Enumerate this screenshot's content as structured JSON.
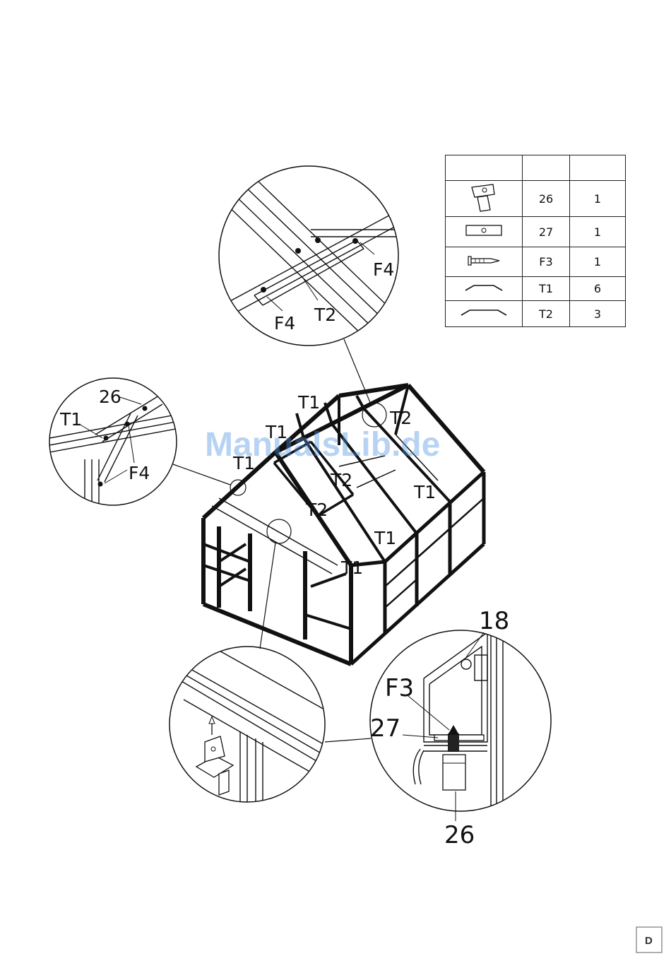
{
  "watermark": "ManualsLib.de",
  "page_marker": "D",
  "parts_table": {
    "rows": [
      {
        "icon": "bracket-icon",
        "code": "26",
        "qty": "1"
      },
      {
        "icon": "plate-icon",
        "code": "27",
        "qty": "1"
      },
      {
        "icon": "screw-icon",
        "code": "F3",
        "qty": "1"
      },
      {
        "icon": "brace-short-icon",
        "code": "T1",
        "qty": "6"
      },
      {
        "icon": "brace-long-icon",
        "code": "T2",
        "qty": "3"
      }
    ]
  },
  "callouts": {
    "top_detail": {
      "f4_right": "F4",
      "f4_left": "F4",
      "t2": "T2"
    },
    "left_detail": {
      "n26": "26",
      "t1": "T1",
      "f4": "F4"
    },
    "bottom_right_detail": {
      "n18": "18",
      "f3": "F3",
      "n27": "27",
      "n26": "26"
    },
    "main": {
      "t1_a": "T1",
      "t1_b": "T1",
      "t1_c": "T1",
      "t1_d": "T1",
      "t1_e": "T1",
      "t1_f": "T1",
      "t2_a": "T2",
      "t2_b": "T2",
      "t2_c": "T2"
    }
  }
}
